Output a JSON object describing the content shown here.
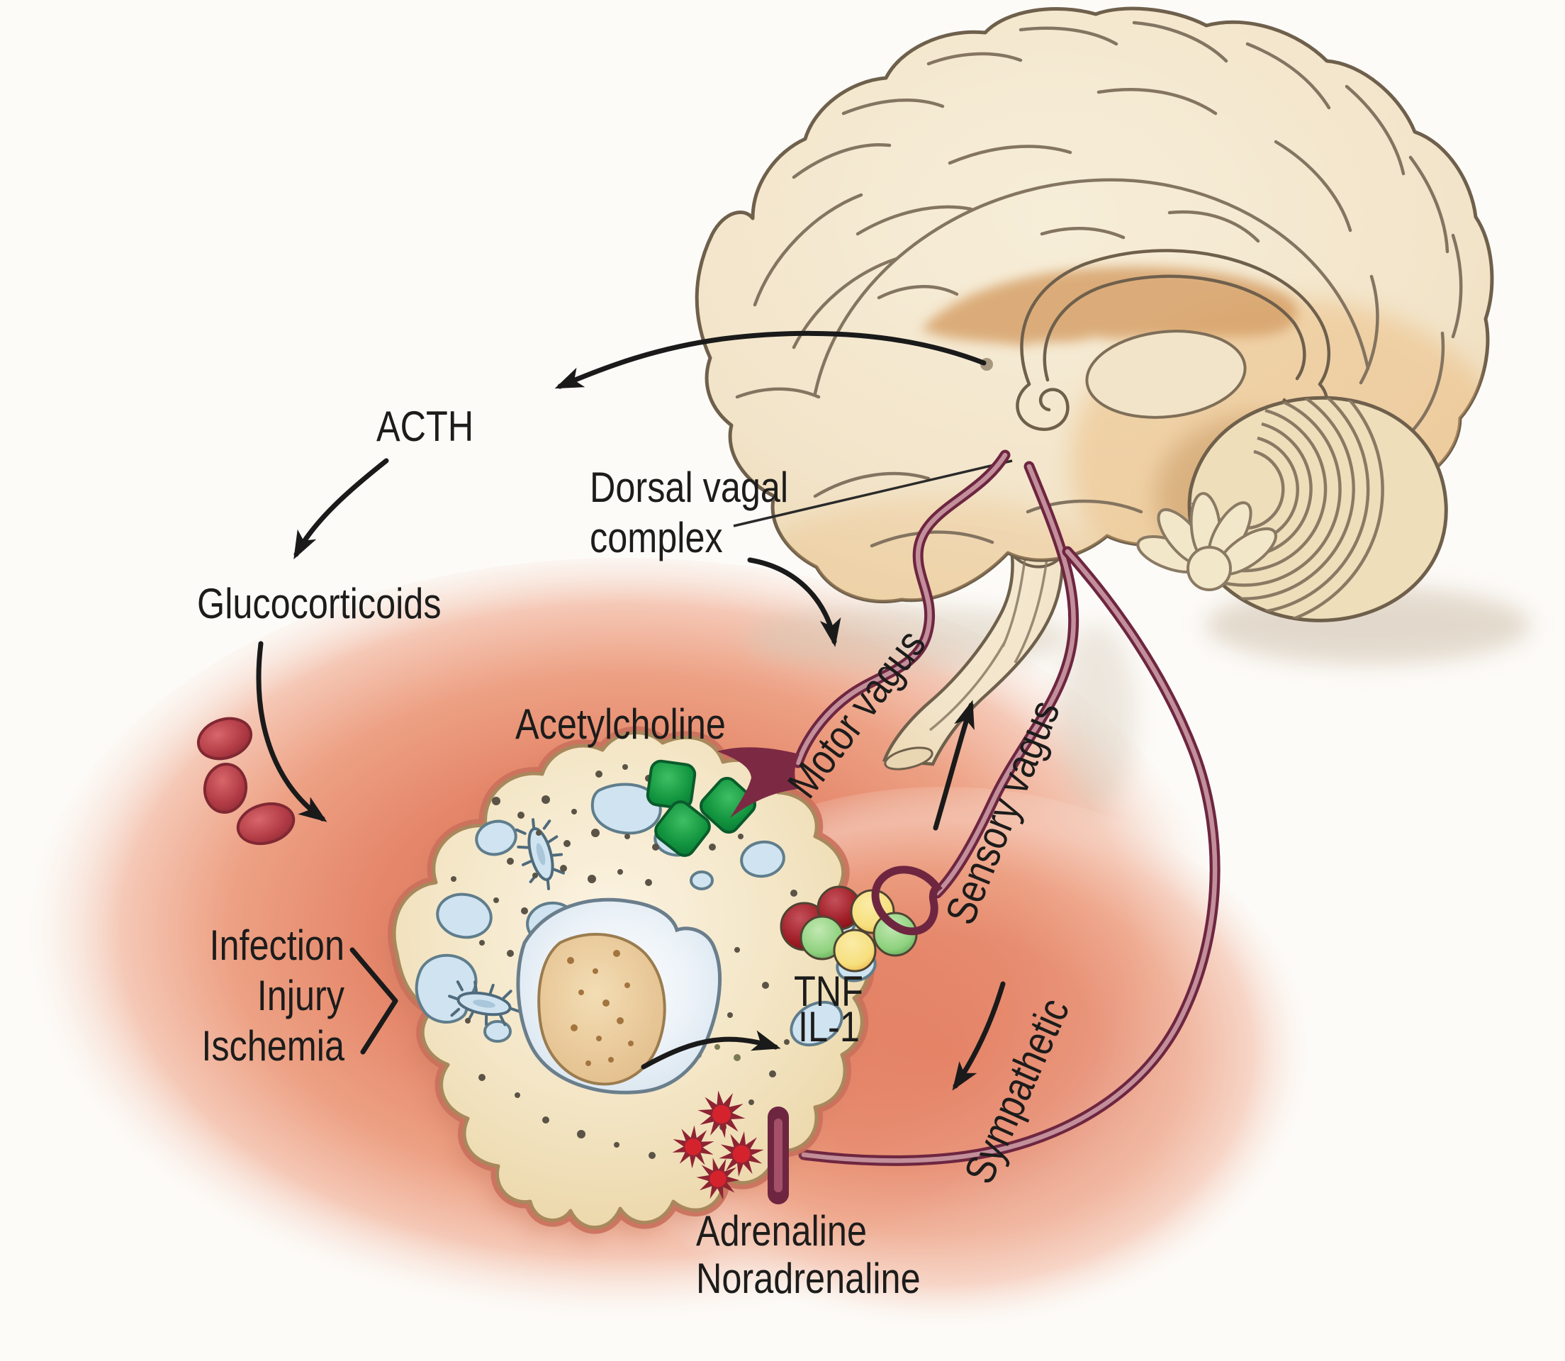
{
  "figure_type": "medical-diagram",
  "subject": "Neural regulation of inflammation (inflammatory reflex)",
  "labels": {
    "acth": "ACTH",
    "dorsal_vagal_1": "Dorsal vagal",
    "dorsal_vagal_2": "complex",
    "glucocorticoids": "Glucocorticoids",
    "acetylcholine": "Acetylcholine",
    "motor_vagus": "Motor vagus",
    "sensory_vagus": "Sensory vagus",
    "tnf": "TNF",
    "il1": "IL-1",
    "infection": "Infection",
    "injury": "Injury",
    "ischemia": "Ischemia",
    "sympathetic": "Sympathetic",
    "adrenaline": "Adrenaline",
    "noradrenaline": "Noradrenaline"
  },
  "colors": {
    "text": "#1c1c1b",
    "arrow_black": "#1a1a1a",
    "brain_fill": "#f2e4c9",
    "brain_outline": "#6f604c",
    "brain_shading": "#d7a26b",
    "nerve_dark": "#6e2640",
    "nerve_core": "#c28f9b",
    "nerve_terminal": "#7c2a44",
    "inflammation": "#e58265",
    "cell_fill": "#f3e5c4",
    "cell_outline": "#a8885c",
    "cell_halo": "#c9705c",
    "vacuole": "#cfe3f0",
    "nucleus": "#e6eef5",
    "nucleolus": "#ecd0a2",
    "acetylcholine_green": "#12953f",
    "rbc_red": "#b13b45",
    "burst_red": "#d5232e",
    "cytokine_red": "#9e1b24",
    "cytokine_yellow": "#f2c14b",
    "cytokine_green": "#8ed17e"
  }
}
